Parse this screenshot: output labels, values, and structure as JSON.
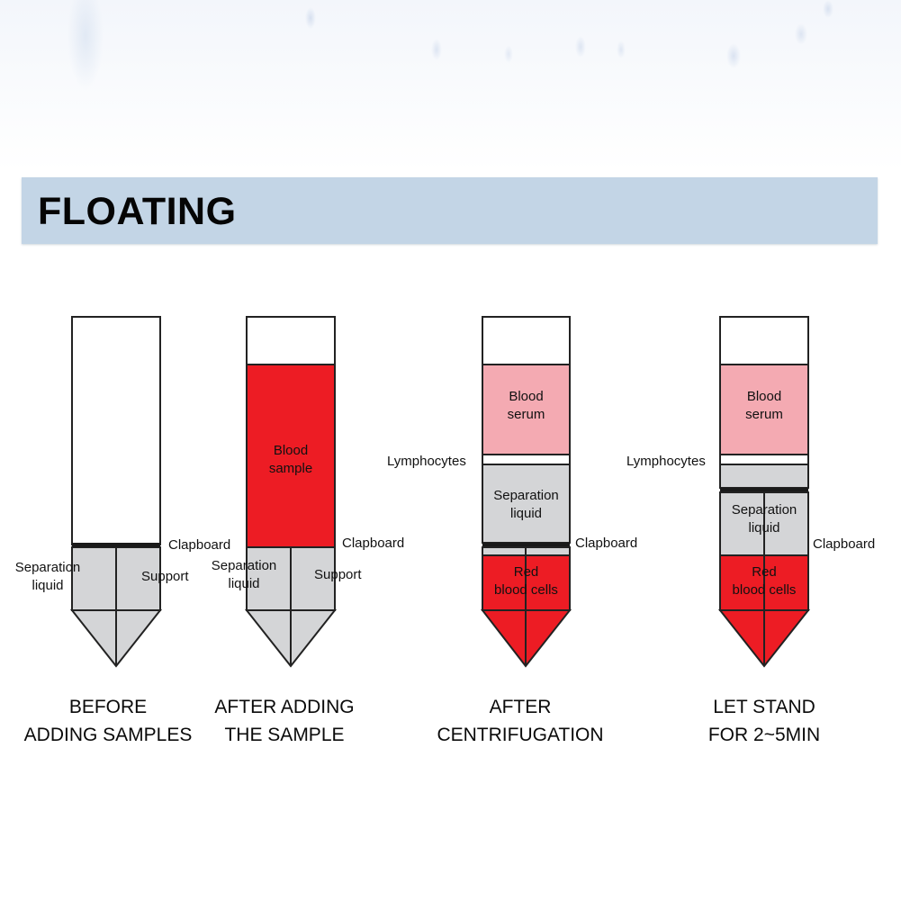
{
  "header": {
    "title": "FLOATING"
  },
  "colors": {
    "banner": "#c3d5e6",
    "blood_red": "#ed1c24",
    "serum_pink": "#f4aab2",
    "separation_grey": "#d4d5d7",
    "outline": "#222222"
  },
  "tubes": [
    {
      "caption_line1": "BEFORE",
      "caption_line2": "ADDING SAMPLES",
      "labels": {
        "clapboard": "Clapboard",
        "separation": "Separation\nliquid",
        "support": "Support"
      }
    },
    {
      "caption_line1": "AFTER ADDING",
      "caption_line2": "THE SAMPLE",
      "labels": {
        "blood_sample": "Blood\nsample",
        "clapboard": "Clapboard",
        "separation": "Separation\nliquid",
        "support": "Support"
      }
    },
    {
      "caption_line1": "AFTER",
      "caption_line2": "CENTRIFUGATION",
      "labels": {
        "serum": "Blood\nserum",
        "lymphocytes": "Lymphocytes",
        "separation": "Separation\nliquid",
        "clapboard": "Clapboard",
        "rbc": "Red\nblood cells"
      }
    },
    {
      "caption_line1": "LET STAND",
      "caption_line2": "FOR 2~5MIN",
      "labels": {
        "serum": "Blood\nserum",
        "lymphocytes": "Lymphocytes",
        "separation": "Separation\nliquid",
        "clapboard": "Clapboard",
        "rbc": "Red\nblood cells"
      }
    }
  ]
}
